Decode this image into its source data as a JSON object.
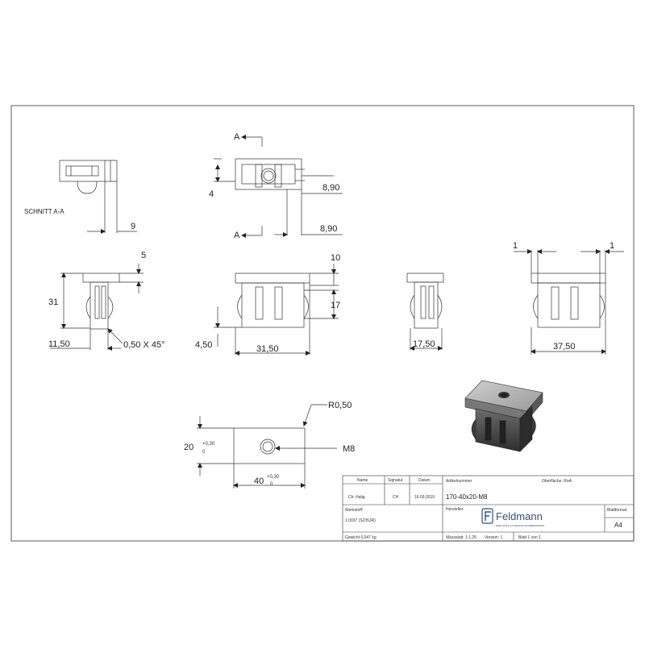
{
  "section_label": "SCHNITT A-A",
  "section_marker": "A",
  "dims": {
    "sec_9": "9",
    "top_4": "4",
    "top_8_90_a": "8,90",
    "top_8_90_b": "8,90",
    "v1_5": "5",
    "v1_31": "31",
    "v1_11_50": "11,50",
    "v1_chamfer": "0,50 X 45°",
    "v2_10": "10",
    "v2_17": "17",
    "v2_4_50": "4,50",
    "v2_31_50": "31,50",
    "v3_17_50": "17,50",
    "v4_1a": "1",
    "v4_1b": "1",
    "v4_37_50": "37,50",
    "plate_radius": "R0,50",
    "plate_20": "20",
    "plate_20_tol_plus": "+0,30",
    "plate_20_tol_minus": "0",
    "plate_40": "40",
    "plate_40_tol_plus": "+0,30",
    "plate_40_tol_minus": "0",
    "plate_thread": "M8"
  },
  "title_block": {
    "h_name": "Name",
    "h_signatur": "Signatur",
    "h_datum": "Datum",
    "name": "Ch. Halig",
    "signatur": "CH",
    "datum": "16.09.2019",
    "werkstoff_label": "Werkstoff:",
    "werkstoff_value": "1.0037 (S235JR)",
    "gewicht": "Gewicht 0,047 kg",
    "artikel_label": "Artikelnummer",
    "artikel_value": "170-40x20-M8",
    "oberflaeche": "Oberfläche:  RoA",
    "hersteller_label": "Hersteller",
    "logo_text": "Feldmann",
    "logo_sub": "EDELSTAHL ALUMINIUM SCHMIEDEEISEN",
    "blattformat_label": "Blattformat",
    "blattformat_value": "A4",
    "massstab": "Massstab: 1:1,25",
    "version": "Version: 1",
    "blatt": "Blatt 1 von 1"
  }
}
